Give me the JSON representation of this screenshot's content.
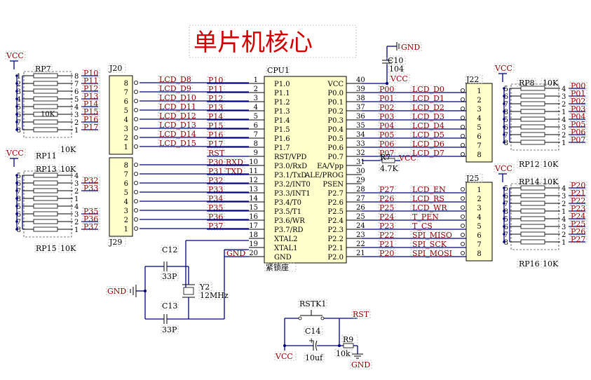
{
  "title": "单片机核心",
  "cpu": {
    "ref": "CPU1",
    "footer": "紧锁座",
    "left": [
      {
        "num": "1",
        "name": "P1.0"
      },
      {
        "num": "2",
        "name": "P1.1"
      },
      {
        "num": "3",
        "name": "P1.2"
      },
      {
        "num": "4",
        "name": "P1.3"
      },
      {
        "num": "5",
        "name": "P1.4"
      },
      {
        "num": "6",
        "name": "P1.5"
      },
      {
        "num": "7",
        "name": "P1.6"
      },
      {
        "num": "8",
        "name": "P1.7"
      },
      {
        "num": "9",
        "name": "RST/VPD"
      },
      {
        "num": "10",
        "name": "P3.0/RxD"
      },
      {
        "num": "11",
        "name": "P3.1/TxD"
      },
      {
        "num": "12",
        "name": "P3.2/INT0"
      },
      {
        "num": "13",
        "name": "P3.3/INT1"
      },
      {
        "num": "14",
        "name": "P3.4/T0"
      },
      {
        "num": "15",
        "name": "P3.5/T1"
      },
      {
        "num": "16",
        "name": "P3.6/WR"
      },
      {
        "num": "17",
        "name": "P3.7/RD"
      },
      {
        "num": "18",
        "name": "XTAL2"
      },
      {
        "num": "19",
        "name": "XTAL1"
      },
      {
        "num": "20",
        "name": "GND"
      }
    ],
    "right": [
      {
        "num": "40",
        "name": "VCC"
      },
      {
        "num": "39",
        "name": "P0.0"
      },
      {
        "num": "38",
        "name": "P0.1"
      },
      {
        "num": "37",
        "name": "P0.2"
      },
      {
        "num": "36",
        "name": "P0.3"
      },
      {
        "num": "35",
        "name": "P0.4"
      },
      {
        "num": "34",
        "name": "P0.5"
      },
      {
        "num": "33",
        "name": "P0.6"
      },
      {
        "num": "32",
        "name": "P0.7"
      },
      {
        "num": "31",
        "name": "EA/Vpp"
      },
      {
        "num": "30",
        "name": "ALE/PROG"
      },
      {
        "num": "29",
        "name": "PSEN"
      },
      {
        "num": "28",
        "name": "P2.7"
      },
      {
        "num": "27",
        "name": "P2.6"
      },
      {
        "num": "26",
        "name": "P2.5"
      },
      {
        "num": "25",
        "name": "P2.4"
      },
      {
        "num": "24",
        "name": "P2.3"
      },
      {
        "num": "23",
        "name": "P2.2"
      },
      {
        "num": "22",
        "name": "P2.1"
      },
      {
        "num": "21",
        "name": "P2.0"
      }
    ]
  },
  "cpu_left_nets": [
    "P10",
    "P11",
    "P12",
    "P13",
    "P14",
    "P15",
    "P16",
    "P17",
    "RST",
    "P30",
    "P31",
    "P32",
    "P33",
    "P34",
    "P35",
    "P36",
    "P37",
    "",
    "",
    ""
  ],
  "cpu_left_extra": {
    "p10": "RXD",
    "p11": "TXD",
    "gnd": "GND"
  },
  "cpu_right_nets": [
    "",
    "P00",
    "P01",
    "P02",
    "P03",
    "P04",
    "P05",
    "P06",
    "P07",
    "",
    "",
    "",
    "P27",
    "P26",
    "P25",
    "P24",
    "P23",
    "P22",
    "P21",
    "P20"
  ],
  "cpu_right_labels": [
    "",
    "LCD_D0",
    "LCD_D1",
    "LCD_D2",
    "LCD_D3",
    "LCD_D4",
    "LCD_D5",
    "LCD_D6",
    "LCD_D7",
    "",
    "",
    "",
    "LCD_EN",
    "LCD_RS",
    "LCD_WR",
    "T_PEN",
    "T_CS",
    "SPI_MISO",
    "SPI_SCK",
    "SPI_MOSI"
  ],
  "j20": {
    "ref": "J20",
    "pins": [
      "8",
      "7",
      "6",
      "5",
      "4",
      "3",
      "2",
      "1"
    ],
    "lcd": [
      "LCD_D8",
      "LCD_D9",
      "LCD_D10",
      "LCD_D11",
      "LCD_D12",
      "LCD_D13",
      "LCD_D14",
      "LCD_D15"
    ],
    "nets": [
      "P10",
      "P11",
      "P12",
      "P13",
      "P14",
      "P15",
      "P16",
      "P17"
    ]
  },
  "j29": {
    "ref": "J29",
    "pins": [
      "8",
      "7",
      "6",
      "5",
      "4",
      "3",
      "2",
      "1"
    ],
    "nets": [
      "P30",
      "P31",
      "P32",
      "P33",
      "P34",
      "P35",
      "P36",
      "P37"
    ],
    "extra": [
      "RXD",
      "TXD"
    ]
  },
  "j22": {
    "ref": "J22",
    "pins": [
      "1",
      "2",
      "3",
      "4",
      "5",
      "6",
      "7",
      "8"
    ]
  },
  "j25": {
    "ref": "J25",
    "pins": [
      "1",
      "2",
      "3",
      "4",
      "5",
      "6",
      "7",
      "8"
    ]
  },
  "rp7": {
    "ref": "RP7",
    "value": "10K",
    "vcc": "VCC",
    "left": [
      "1",
      "2",
      "3",
      "4",
      "5",
      "6",
      "7",
      "8"
    ],
    "right": [
      "8",
      "7",
      "6",
      "5",
      "4",
      "3",
      "2",
      "1"
    ],
    "nets": [
      "P10",
      "P11",
      "P12",
      "P13",
      "P14",
      "P15",
      "P16",
      "P17"
    ],
    "mid": "10K"
  },
  "rp11": {
    "ref": "RP11",
    "vcc": "VCC"
  },
  "rp13": {
    "ref": "RP13",
    "value": "10K",
    "left": [
      "5",
      "6",
      "7",
      "8",
      "5",
      "6",
      "7",
      "8"
    ],
    "right": [
      "4",
      "3",
      "2",
      "1",
      "4",
      "3",
      "2",
      "1"
    ],
    "nets": [
      "",
      "P32",
      "P33",
      "",
      "",
      "P35",
      "P36",
      "P37"
    ]
  },
  "rp15": {
    "ref": "RP15",
    "value": "10K"
  },
  "rp8": {
    "ref": "RP8",
    "value": "10K",
    "vcc": "VCC",
    "left": [
      "5",
      "6",
      "7",
      "8",
      "5",
      "6",
      "7",
      "8"
    ],
    "right": [
      "4",
      "3",
      "2",
      "1",
      "4",
      "3",
      "2",
      "1"
    ],
    "nets": [
      "P00",
      "P01",
      "P02",
      "P03",
      "P04",
      "P05",
      "P06",
      "P07"
    ]
  },
  "rp12": {
    "ref": "RP12",
    "value": "10K"
  },
  "rp14": {
    "ref": "RP14",
    "value": "10K",
    "vcc": "VCC",
    "left": [
      "5",
      "6",
      "7",
      "8",
      "5",
      "6",
      "7",
      "8"
    ],
    "right": [
      "4",
      "3",
      "2",
      "1",
      "4",
      "3",
      "2",
      "1"
    ],
    "nets": [
      "P20",
      "P21",
      "P22",
      "P23",
      "P24",
      "P25",
      "P26",
      "P27"
    ]
  },
  "rp16": {
    "ref": "RP16",
    "value": "10K"
  },
  "c10": {
    "ref": "C10",
    "value": "104",
    "gnd": "GND",
    "vcc": "VCC"
  },
  "r7": {
    "ref": "R7",
    "value": "4.7K",
    "vcc": "VCC"
  },
  "crystal": {
    "c12": "C12",
    "c12v": "33P",
    "c13": "C13",
    "c13v": "33P",
    "y": "Y2",
    "yv": "12MHz",
    "gnd": "GND"
  },
  "reset": {
    "sw": "RSTK1",
    "net": "RST",
    "c14": "C14",
    "c14v": "10uf",
    "r9": "R9",
    "r9v": "10k",
    "vcc": "VCC",
    "gnd": "GND"
  }
}
